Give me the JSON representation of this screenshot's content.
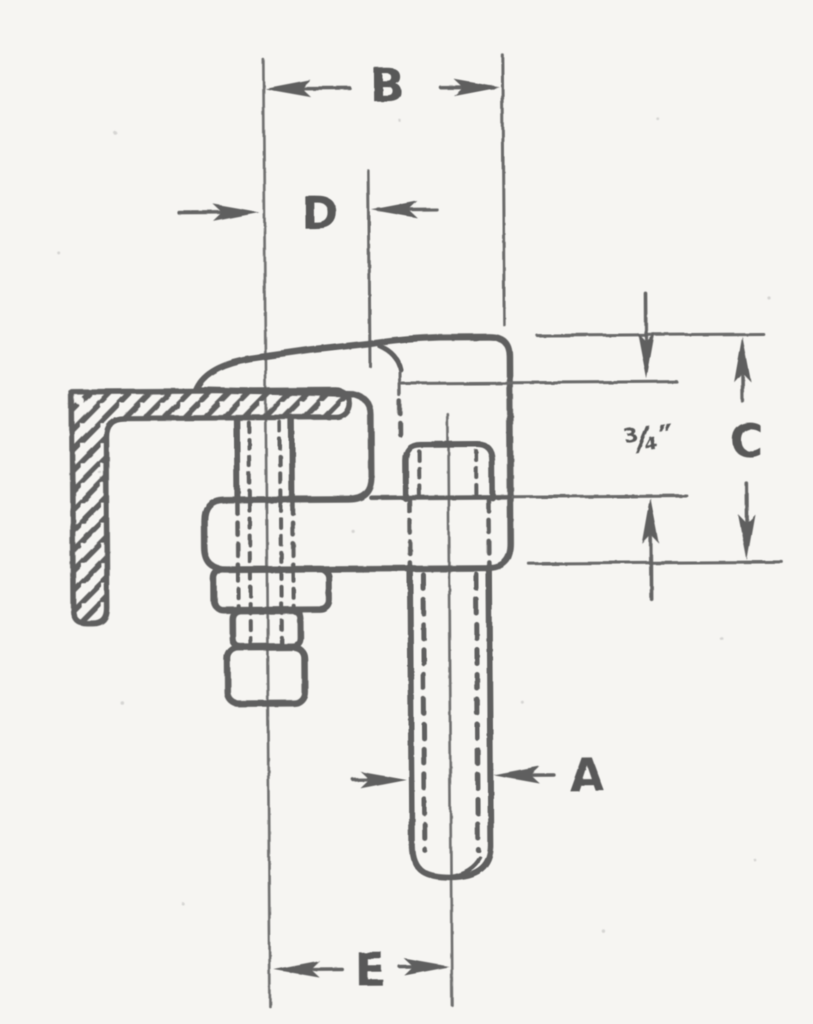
{
  "figure": {
    "type": "technical-diagram",
    "description": "Scanned cross-section drawing of a malleable beam clamp hooked over an angle flange, with clamping bolt, nuts, square head and threaded hanger rod, annotated with dimension arrows",
    "colors": {
      "paper": "#f6f5f2",
      "ink": "#5f5f5f",
      "ink_thin": "#6a6a6a"
    },
    "dimension_labels": {
      "b": "B",
      "d": "D",
      "c": "C",
      "a": "A",
      "e": "E",
      "offset": "¾″"
    }
  }
}
